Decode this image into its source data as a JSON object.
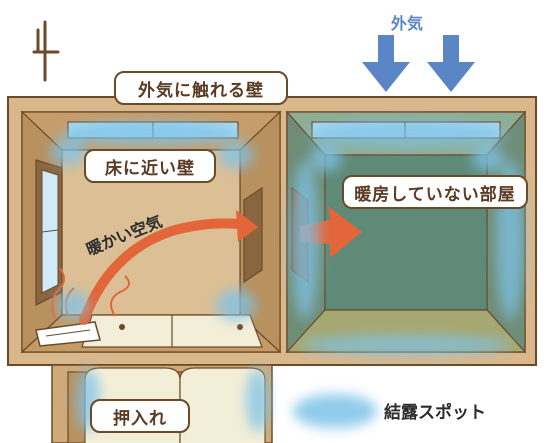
{
  "labels": {
    "outside_air": "外気",
    "wall_touching_outside": "外気に触れる壁",
    "wall_near_floor": "床に近い壁",
    "unheated_room": "暖房していない部屋",
    "warm_air": "暖かい空気",
    "closet": "押入れ",
    "condensation_spot": "結露スポット"
  },
  "colors": {
    "wood": "#d9b88c",
    "wood_dark": "#b8915f",
    "outline": "#6b4a2a",
    "sky": "#a8d8f0",
    "unheated_wall": "#7f9e86",
    "unheated_floor": "#a6a872",
    "warm_arrow": "#e2663a",
    "cold_arrow": "#5b86c6",
    "condensation": "#7ec3e8"
  },
  "icons": [
    "compass-north-icon",
    "outside-air-arrow-icon",
    "warm-air-arrow-icon",
    "heater-icon",
    "window-icon"
  ]
}
